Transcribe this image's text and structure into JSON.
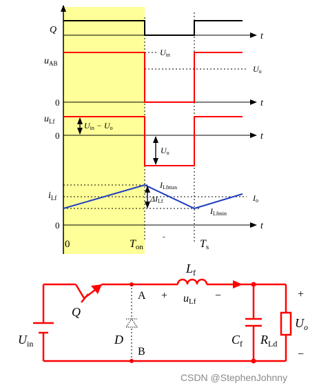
{
  "colors": {
    "highlight": "#ffff99",
    "red": "#ff0000",
    "blue": "#1f3fbf",
    "black": "#000000",
    "watermark": "#8a8a8a"
  },
  "waveforms": {
    "t_axis_label": "t",
    "zero_label": "0",
    "q_label": "Q",
    "uab_label_main": "u",
    "uab_label_sub": "AB",
    "uin_label_main": "U",
    "uin_label_sub": "in",
    "uo_label_main": "U",
    "uo_label_sub": "o",
    "ulf_label_main": "u",
    "ulf_label_sub": "Lf",
    "diff_label": "U",
    "diff_sub1": "in",
    "diff_mid": " − U",
    "diff_sub2": "o",
    "uo_drop_main": "U",
    "uo_drop_sub": "o",
    "ilf_label_main": "i",
    "ilf_label_sub": "Lf",
    "ilfmax_main": "I",
    "ilfmax_sub": "Lfmax",
    "ilfmin_main": "I",
    "ilfmin_sub": "Lfmin",
    "io_main": "I",
    "io_sub": "o",
    "delta_main": "ΔI",
    "delta_sub": "Lf",
    "origin_label": "0",
    "ton_main": "T",
    "ton_sub": "on",
    "ts_main": "T",
    "ts_sub": "s",
    "dash_mark": "-"
  },
  "circuit": {
    "q_label": "Q",
    "d_label": "D",
    "node_a": "A",
    "node_b": "B",
    "plus1": "+",
    "minus1": "−",
    "l_main": "L",
    "l_sub": "f",
    "ulf_main": "u",
    "ulf_sub": "Lf",
    "uin_main": "U",
    "uin_sub": "in",
    "cf_main": "C",
    "cf_sub": "f",
    "rld_main": "R",
    "rld_sub": "Ld",
    "uo_main": "U",
    "uo_sub": "o",
    "out_plus": "+",
    "out_minus": "−"
  },
  "watermark": "CSDN @StephenJohnny"
}
